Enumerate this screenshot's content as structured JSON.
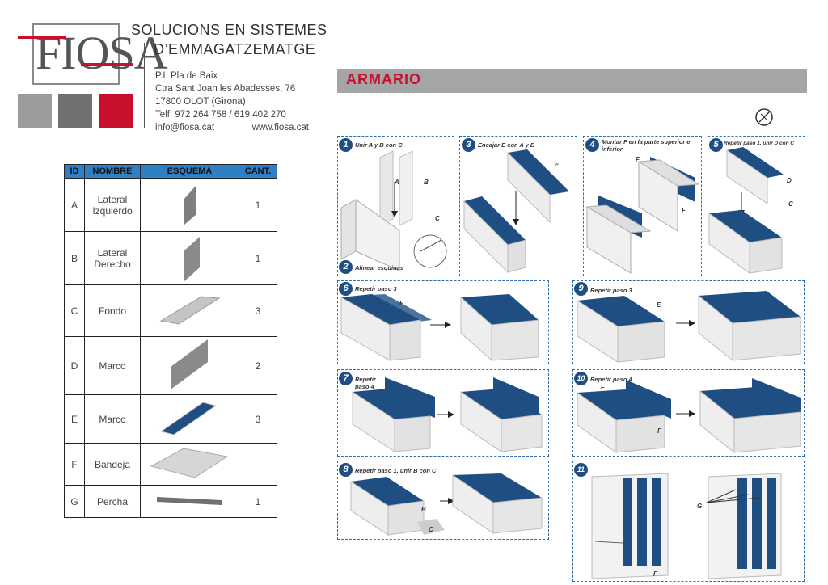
{
  "brand": {
    "logo_text": "FIOSA",
    "colors": {
      "red": "#c8102e",
      "blue": "#1f4e82",
      "gray": "#a5a5a5"
    }
  },
  "header": {
    "line1": "SOLUCIONS EN SISTEMES",
    "line2": "D’EMMAGATZEMATGE"
  },
  "address": {
    "l1": "P.I. Pla de Baix",
    "l2": "Ctra Sant Joan les Abadesses, 76",
    "l3": "17800 OLOT (Girona)",
    "l4": "Telf: 972 264 758 / 619 402 270",
    "email": "info@fiosa.cat",
    "web": "www.fiosa.cat"
  },
  "page_title": "ARMARIO",
  "table": {
    "headers": [
      "ID",
      "NOMBRE",
      "ESQUEMA",
      "CANT."
    ],
    "rows": [
      {
        "id": "A",
        "name": "Lateral Izquierdo",
        "qty": "1"
      },
      {
        "id": "B",
        "name": "Lateral Derecho",
        "qty": "1"
      },
      {
        "id": "C",
        "name": "Fondo",
        "qty": "3"
      },
      {
        "id": "D",
        "name": "Marco",
        "qty": "2"
      },
      {
        "id": "E",
        "name": "Marco",
        "qty": "3"
      },
      {
        "id": "F",
        "name": "Bandeja",
        "qty": ""
      },
      {
        "id": "G",
        "name": "Percha",
        "qty": "1"
      }
    ]
  },
  "steps": {
    "s1": {
      "num": "1",
      "text": "Unir A y B con C"
    },
    "s2": {
      "num": "2",
      "text": "Alinear esquinas"
    },
    "s3": {
      "num": "3",
      "text": "Encajar E con A y B"
    },
    "s4": {
      "num": "4",
      "text": "Montar F en la parte superior e inferior"
    },
    "s5": {
      "num": "5",
      "text": "Repetir paso 1, unir D con C"
    },
    "s6": {
      "num": "6",
      "text": "Repetir paso 3"
    },
    "s7": {
      "num": "7",
      "text": "Repetir paso 4"
    },
    "s8": {
      "num": "8",
      "text": "Repetir paso 1, unir B con C"
    },
    "s9": {
      "num": "9",
      "text": "Repetir paso 3"
    },
    "s10": {
      "num": "10",
      "text": "Repetir paso 4"
    },
    "s11": {
      "num": "11",
      "text": ""
    }
  },
  "labels": {
    "a": "A",
    "b": "B",
    "c": "C",
    "d": "D",
    "e": "E",
    "f": "F",
    "g": "G"
  }
}
